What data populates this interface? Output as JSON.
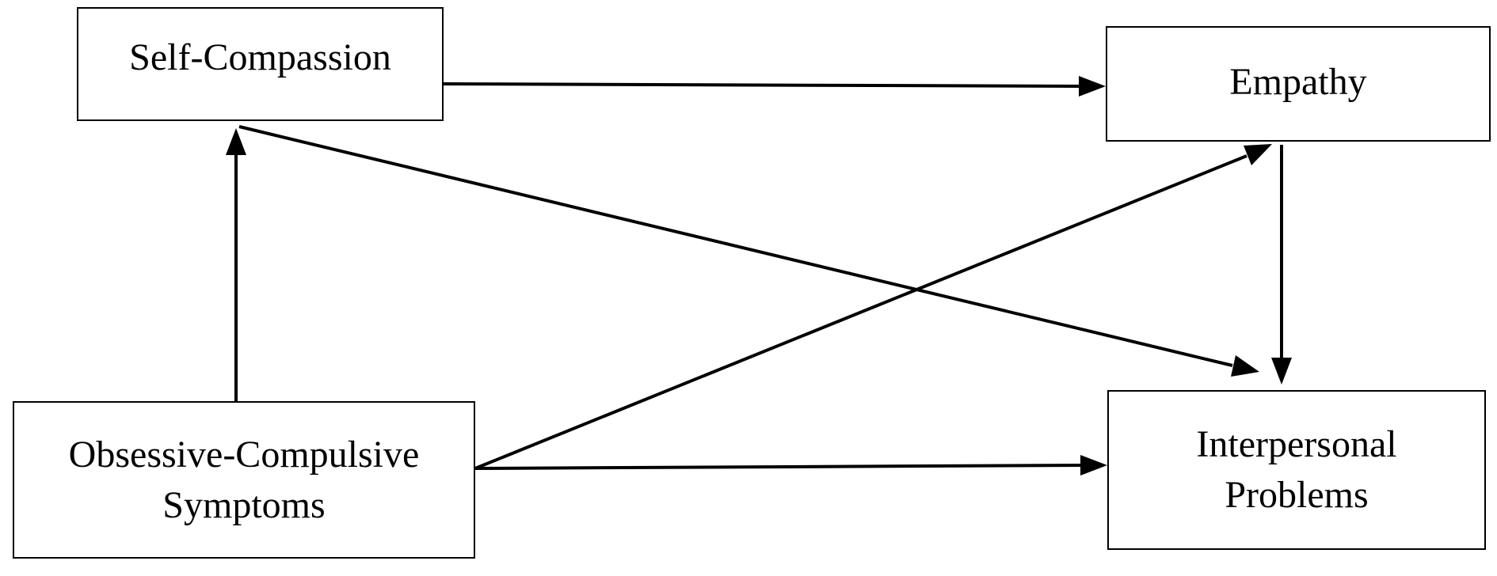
{
  "nodes": {
    "self_compassion": {
      "lines": [
        "Self-Compassion"
      ]
    },
    "empathy": {
      "lines": [
        "Empathy"
      ]
    },
    "ocs": {
      "lines": [
        "Obsessive-Compulsive",
        "Symptoms"
      ]
    },
    "interpersonal": {
      "lines": [
        "Interpersonal",
        "Problems"
      ]
    }
  },
  "edges": [
    {
      "from": "Obsessive-Compulsive Symptoms",
      "to": "Self-Compassion"
    },
    {
      "from": "Obsessive-Compulsive Symptoms",
      "to": "Empathy"
    },
    {
      "from": "Obsessive-Compulsive Symptoms",
      "to": "Interpersonal Problems"
    },
    {
      "from": "Self-Compassion",
      "to": "Empathy"
    },
    {
      "from": "Self-Compassion",
      "to": "Interpersonal Problems"
    },
    {
      "from": "Empathy",
      "to": "Interpersonal Problems"
    }
  ],
  "colors": {
    "line": "#000000",
    "background": "#ffffff"
  }
}
